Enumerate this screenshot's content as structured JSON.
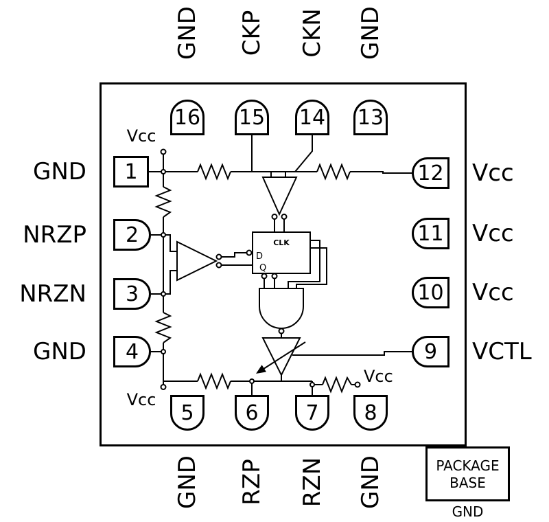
{
  "pins": {
    "top": [
      {
        "num": "16",
        "label": "GND"
      },
      {
        "num": "15",
        "label": "CKP"
      },
      {
        "num": "14",
        "label": "CKN"
      },
      {
        "num": "13",
        "label": "GND"
      }
    ],
    "left": [
      {
        "num": "1",
        "label": "GND"
      },
      {
        "num": "2",
        "label": "NRZP"
      },
      {
        "num": "3",
        "label": "NRZN"
      },
      {
        "num": "4",
        "label": "GND"
      }
    ],
    "right": [
      {
        "num": "12",
        "label": "Vcc"
      },
      {
        "num": "11",
        "label": "Vcc"
      },
      {
        "num": "10",
        "label": "Vcc"
      },
      {
        "num": "9",
        "label": "VCTL"
      }
    ],
    "bottom": [
      {
        "num": "5",
        "label": "GND"
      },
      {
        "num": "6",
        "label": "RZP"
      },
      {
        "num": "7",
        "label": "RZN"
      },
      {
        "num": "8",
        "label": "GND"
      }
    ]
  },
  "internal": {
    "vcc_top_left": "Vcc",
    "vcc_bottom_left": "Vcc",
    "vcc_bottom_right": "Vcc",
    "flip_flop": {
      "clk_label": "CLK",
      "d_label": "D",
      "q_label": "Q"
    }
  },
  "package_base": {
    "label_line1": "PACKAGE",
    "label_line2": "BASE",
    "ground_label": "GND"
  },
  "colors": {
    "line": "#000000",
    "background": "#ffffff"
  }
}
